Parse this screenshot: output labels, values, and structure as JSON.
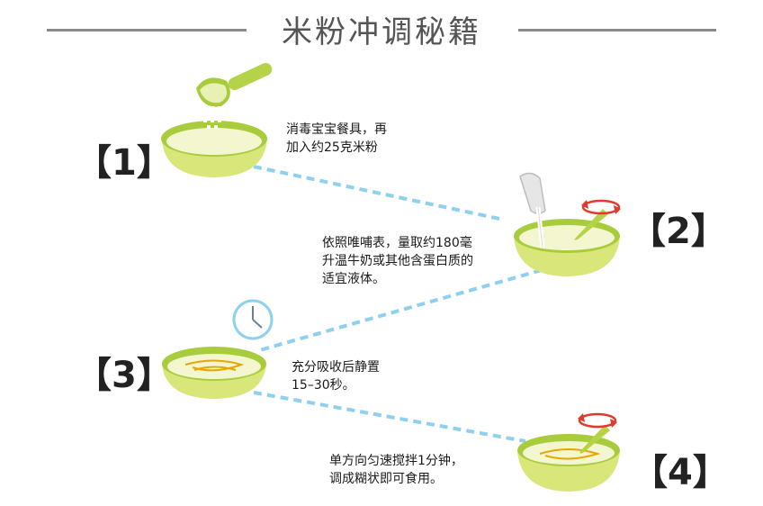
{
  "title": "米粉冲调秘籍",
  "colors": {
    "bowl_outer": "#d9e67a",
    "bowl_rim": "#a8cc3c",
    "bowl_inner": "#f3f6cf",
    "connector": "#8fd0ee",
    "swirl": "#e6a800",
    "rotation_arrow": "#e03a2c"
  },
  "steps": [
    {
      "label": "【1】",
      "text": "消毒宝宝餐具，再\n加入约25克米粉",
      "icon": "measuring-scoop-icon"
    },
    {
      "label": "【2】",
      "text": "依照唯哺表，量取约180毫\n升温牛奶或其他含蛋白质的\n适宜液体。",
      "icon": "pouring-jug-icon"
    },
    {
      "label": "【3】",
      "text": "充分吸收后静置\n15–30秒。",
      "icon": "clock-icon"
    },
    {
      "label": "【4】",
      "text": "单方向匀速搅拌1分钟，\n调成糊状即可食用。",
      "icon": "rotate-arrow-icon"
    }
  ]
}
